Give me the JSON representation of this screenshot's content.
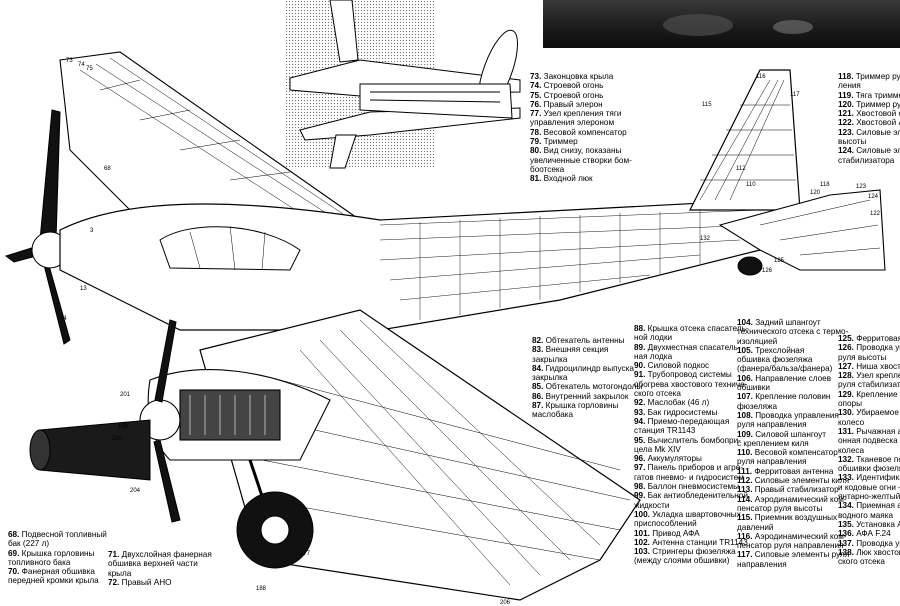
{
  "legend_col1": [
    {
      "num": "73.",
      "text": "Законцовка крыла"
    },
    {
      "num": "74.",
      "text": "Строевой огонь"
    },
    {
      "num": "75.",
      "text": "Строевой огонь"
    },
    {
      "num": "76.",
      "text": "Правый элерон"
    },
    {
      "num": "77.",
      "text": "Узел крепления тяги"
    },
    {
      "num": "",
      "text": "управления элероном"
    },
    {
      "num": "78.",
      "text": "Весовой компенсатор"
    },
    {
      "num": "79.",
      "text": "Триммер"
    },
    {
      "num": "80.",
      "text": "Вид снизу, показаны"
    },
    {
      "num": "",
      "text": "увеличенные створки бом-"
    },
    {
      "num": "",
      "text": "боотсека"
    },
    {
      "num": "81.",
      "text": "Входной люк"
    }
  ],
  "legend_col2": [
    {
      "num": "118.",
      "text": "Триммер руля н"
    },
    {
      "num": "",
      "text": "ления"
    },
    {
      "num": "119.",
      "text": "Тяга триммера"
    },
    {
      "num": "120.",
      "text": "Триммер руля в"
    },
    {
      "num": "121.",
      "text": "Хвостовой обте"
    },
    {
      "num": "122.",
      "text": "Хвостовой АНО"
    },
    {
      "num": "123.",
      "text": "Силовые элеме"
    },
    {
      "num": "",
      "text": "высоты"
    },
    {
      "num": "124.",
      "text": "Силовые элеме"
    },
    {
      "num": "",
      "text": "стабилизатора"
    }
  ],
  "legend_col3": [
    {
      "num": "82.",
      "text": "Обтекатель антенны"
    },
    {
      "num": "83.",
      "text": "Внешняя секция"
    },
    {
      "num": "",
      "text": "закрылка"
    },
    {
      "num": "84.",
      "text": "Гидроцилиндр выпуска"
    },
    {
      "num": "",
      "text": "закрылка"
    },
    {
      "num": "85.",
      "text": "Обтекатель мотогондолы"
    },
    {
      "num": "86.",
      "text": "Внутренний закрылок"
    },
    {
      "num": "87.",
      "text": "Крышка горловины"
    },
    {
      "num": "",
      "text": "маслобака"
    }
  ],
  "legend_col4": [
    {
      "num": "88.",
      "text": "Крышка отсека спасатель-"
    },
    {
      "num": "",
      "text": "ной лодки"
    },
    {
      "num": "89.",
      "text": "Двухместная спасатель-"
    },
    {
      "num": "",
      "text": "ная лодка"
    },
    {
      "num": "90.",
      "text": "Силовой подкос"
    },
    {
      "num": "91.",
      "text": "Трубопровод системы"
    },
    {
      "num": "",
      "text": "обогрева хвостового техниче-"
    },
    {
      "num": "",
      "text": "ского отсека"
    },
    {
      "num": "92.",
      "text": "Маслобак (46 л)"
    },
    {
      "num": "93.",
      "text": "Бак гидросистемы"
    },
    {
      "num": "94.",
      "text": "Приемо-передающая"
    },
    {
      "num": "",
      "text": "станция TR1143"
    },
    {
      "num": "95.",
      "text": "Вычислитель бомбопри-"
    },
    {
      "num": "",
      "text": "цела Mk XIV"
    },
    {
      "num": "96.",
      "text": "Аккумуляторы"
    },
    {
      "num": "97.",
      "text": "Панель приборов и агре-"
    },
    {
      "num": "",
      "text": "гатов пневмо- и гидросистем"
    },
    {
      "num": "98.",
      "text": "Баллон пневмосистемы"
    },
    {
      "num": "99.",
      "text": "Бак антиобледенительной"
    },
    {
      "num": "",
      "text": "жидкости"
    },
    {
      "num": "100.",
      "text": "Укладка швартовочных"
    },
    {
      "num": "",
      "text": "приспособлений"
    },
    {
      "num": "101.",
      "text": "Привод АФА"
    },
    {
      "num": "102.",
      "text": "Антенна станции TR1143"
    },
    {
      "num": "103.",
      "text": "Стрингеры фюзеляжа"
    },
    {
      "num": "",
      "text": "(между слоями обшивки)"
    }
  ],
  "legend_col5": [
    {
      "num": "104.",
      "text": "Задний шпангоут"
    },
    {
      "num": "",
      "text": "технического отсека с термо-"
    },
    {
      "num": "",
      "text": "изоляцией"
    },
    {
      "num": "105.",
      "text": "Трехслойная"
    },
    {
      "num": "",
      "text": "обшивка фюзеляжа"
    },
    {
      "num": "",
      "text": "(фанера/бальза/фанера)"
    },
    {
      "num": "106.",
      "text": "Направление слоев"
    },
    {
      "num": "",
      "text": "обшивки"
    },
    {
      "num": "107.",
      "text": "Крепление половин"
    },
    {
      "num": "",
      "text": "фюзеляжа"
    },
    {
      "num": "108.",
      "text": "Проводка управления"
    },
    {
      "num": "",
      "text": "руля направления"
    },
    {
      "num": "109.",
      "text": "Силовой шпангоут"
    },
    {
      "num": "",
      "text": "с креплением киля"
    },
    {
      "num": "110.",
      "text": "Весовой компенсатор"
    },
    {
      "num": "",
      "text": "руля направления"
    },
    {
      "num": "111.",
      "text": "Ферритовая антенна"
    },
    {
      "num": "112.",
      "text": "Силовые элементы киля"
    },
    {
      "num": "113.",
      "text": "Правый стабилизатор"
    },
    {
      "num": "114.",
      "text": "Аэродинамический ком-"
    },
    {
      "num": "",
      "text": "пенсатор руля высоты"
    },
    {
      "num": "115.",
      "text": "Приемник воздушных"
    },
    {
      "num": "",
      "text": "давлений"
    },
    {
      "num": "116.",
      "text": "Аэродинамический ком-"
    },
    {
      "num": "",
      "text": "пенсатор руля направления"
    },
    {
      "num": "117.",
      "text": "Силовые элементы руля"
    },
    {
      "num": "",
      "text": "направления"
    }
  ],
  "legend_col6": [
    {
      "num": "125.",
      "text": "Ферритовая ант"
    },
    {
      "num": "126.",
      "text": "Проводка управ"
    },
    {
      "num": "",
      "text": "руля высоты"
    },
    {
      "num": "127.",
      "text": "Ниша хвостового"
    },
    {
      "num": "128.",
      "text": "Узел крепления"
    },
    {
      "num": "",
      "text": "руля стабилизатора"
    },
    {
      "num": "129.",
      "text": "Крепление хвос"
    },
    {
      "num": "",
      "text": "опоры"
    },
    {
      "num": "130.",
      "text": "Убираемое хвос"
    },
    {
      "num": "",
      "text": "колесо"
    },
    {
      "num": "131.",
      "text": "Рычажная амор"
    },
    {
      "num": "",
      "text": "онная подвеска хвос"
    },
    {
      "num": "",
      "text": "колеса"
    },
    {
      "num": "132.",
      "text": "Тканевое покры"
    },
    {
      "num": "",
      "text": "обшивки фюзеляжа"
    },
    {
      "num": "133.",
      "text": "Идентификацио"
    },
    {
      "num": "",
      "text": "и кодовые огни — б"
    },
    {
      "num": "",
      "text": "янтарно-желтый и зе"
    },
    {
      "num": "134.",
      "text": "Приемная антен"
    },
    {
      "num": "",
      "text": "водного маяка"
    },
    {
      "num": "135.",
      "text": "Установка АФА"
    },
    {
      "num": "136.",
      "text": "АФА F.24"
    },
    {
      "num": "137.",
      "text": "Проводка управ"
    },
    {
      "num": "138.",
      "text": "Люк хвостового"
    },
    {
      "num": "",
      "text": "ского отсека"
    }
  ],
  "legend_col7": [
    {
      "num": "68.",
      "text": "Подвесной топливный"
    },
    {
      "num": "",
      "text": "бак (227 л)"
    },
    {
      "num": "69.",
      "text": "Крышка горловины"
    },
    {
      "num": "",
      "text": "топливного бака"
    },
    {
      "num": "70.",
      "text": "Фанерная обшивка"
    },
    {
      "num": "",
      "text": "передней кромки крыла"
    }
  ],
  "legend_col8": [
    {
      "num": "71.",
      "text": "Двухслойная фанерная"
    },
    {
      "num": "",
      "text": "обшивка верхней части"
    },
    {
      "num": "",
      "text": "крыла"
    },
    {
      "num": "72.",
      "text": "Правый АНО"
    }
  ],
  "callouts": [
    "73",
    "74",
    "75",
    "68",
    "3",
    "13",
    "14",
    "116",
    "115",
    "117",
    "118",
    "112",
    "110",
    "122",
    "123",
    "124",
    "120",
    "125",
    "126",
    "132",
    "199",
    "200",
    "201",
    "204",
    "177",
    "188",
    "206"
  ]
}
